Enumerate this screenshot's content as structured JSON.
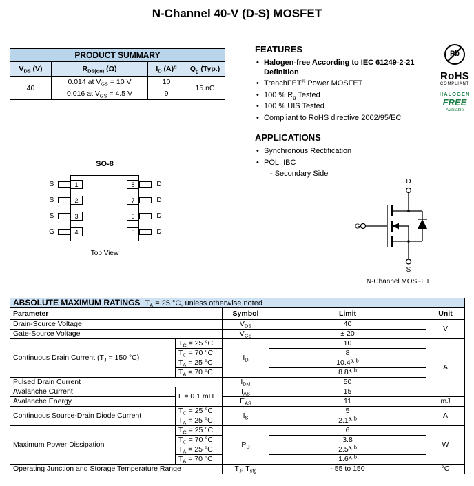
{
  "page": {
    "title": "N-Channel 40-V (D-S) MOSFET"
  },
  "product_summary": {
    "title": "PRODUCT SUMMARY",
    "headers": [
      "V~DS~ (V)",
      "R~DS(on)~ (Ω)",
      "I~D~ (A)^d^",
      "Q~g~ (Typ.)"
    ],
    "vds": "40",
    "rows": [
      {
        "rdson": "0.014 at V~GS~ = 10 V",
        "id": "10"
      },
      {
        "rdson": "0.016 at V~GS~ = 4.5 V",
        "id": "9"
      }
    ],
    "qg": "15 nC"
  },
  "features": {
    "title": "FEATURES",
    "items": [
      {
        "text": "Halogen-free According to IEC 61249-2-21 Definition"
      },
      {
        "text": "TrenchFET^®^ Power MOSFET"
      },
      {
        "text": "100 % R~g~ Tested"
      },
      {
        "text": "100 % UIS Tested"
      },
      {
        "text": "Compliant to RoHS directive 2002/95/EC"
      }
    ]
  },
  "applications": {
    "title": "APPLICATIONS",
    "items": [
      "Synchronous Rectification",
      "POL, IBC"
    ],
    "sub_item": "- Secondary Side"
  },
  "badges": {
    "pb": "Pb",
    "rohs": "RoHS",
    "compliant": "COMPLIANT",
    "halogen": "HALOGEN",
    "free": "FREE",
    "available": "Available"
  },
  "package": {
    "name": "SO-8",
    "caption": "Top View",
    "left_pins": [
      {
        "label": "S",
        "num": "1"
      },
      {
        "label": "S",
        "num": "2"
      },
      {
        "label": "S",
        "num": "3"
      },
      {
        "label": "G",
        "num": "4"
      }
    ],
    "right_pins": [
      {
        "num": "8",
        "label": "D"
      },
      {
        "num": "7",
        "label": "D"
      },
      {
        "num": "6",
        "label": "D"
      },
      {
        "num": "5",
        "label": "D"
      }
    ]
  },
  "symbol": {
    "caption": "N-Channel MOSFET",
    "gate": "G",
    "drain": "D",
    "source": "S"
  },
  "amr": {
    "title": "ABSOLUTE MAXIMUM RATINGS",
    "condition": "T~A~ = 25 °C, unless otherwise noted",
    "headers": {
      "parameter": "Parameter",
      "symbol": "Symbol",
      "limit": "Limit",
      "unit": "Unit"
    },
    "vds": {
      "param": "Drain-Source Voltage",
      "sym": "V~DS~",
      "lim": "40"
    },
    "vgs": {
      "param": "Gate-Source Voltage",
      "sym": "V~GS~",
      "lim": "± 20"
    },
    "unit_v": "V",
    "id": {
      "param": "Continuous Drain Current (T~J~ = 150 °C)",
      "sym": "I~D~",
      "conds": [
        "T~C~ = 25 °C",
        "T~C~ = 70 °C",
        "T~A~ = 25 °C",
        "T~A~ = 70 °C"
      ],
      "lims": [
        "10",
        "8",
        "10.4^a, b^",
        "8.8^a, b^"
      ]
    },
    "unit_a1": "A",
    "idm": {
      "param": "Pulsed Drain Current",
      "sym": "I~DM~",
      "lim": "50"
    },
    "ias": {
      "param": "Avalanche Current",
      "cond": "L = 0.1 mH",
      "sym": "I~AS~",
      "lim": "15"
    },
    "eas": {
      "param": "Avalanche Energy",
      "sym": "E~AS~",
      "lim": "11",
      "unit": "mJ"
    },
    "is": {
      "param": "Continuous Source-Drain Diode Current",
      "sym": "I~S~",
      "conds": [
        "T~C~ = 25 °C",
        "T~A~ = 25 °C"
      ],
      "lims": [
        "5",
        "2.1^a, b^"
      ],
      "unit": "A"
    },
    "pd": {
      "param": "Maximum Power Dissipation",
      "sym": "P~D~",
      "conds": [
        "T~C~ = 25 °C",
        "T~C~ = 70 °C",
        "T~A~ = 25 °C",
        "T~A~ = 70 °C"
      ],
      "lims": [
        "6",
        "3.8",
        "2.5^a, b^",
        "1.6^a, b^"
      ],
      "unit": "W"
    },
    "tj": {
      "param": "Operating Junction and Storage Temperature Range",
      "sym": "T~J~, T~stg~",
      "lim": "- 55 to 150",
      "unit": "°C"
    }
  }
}
